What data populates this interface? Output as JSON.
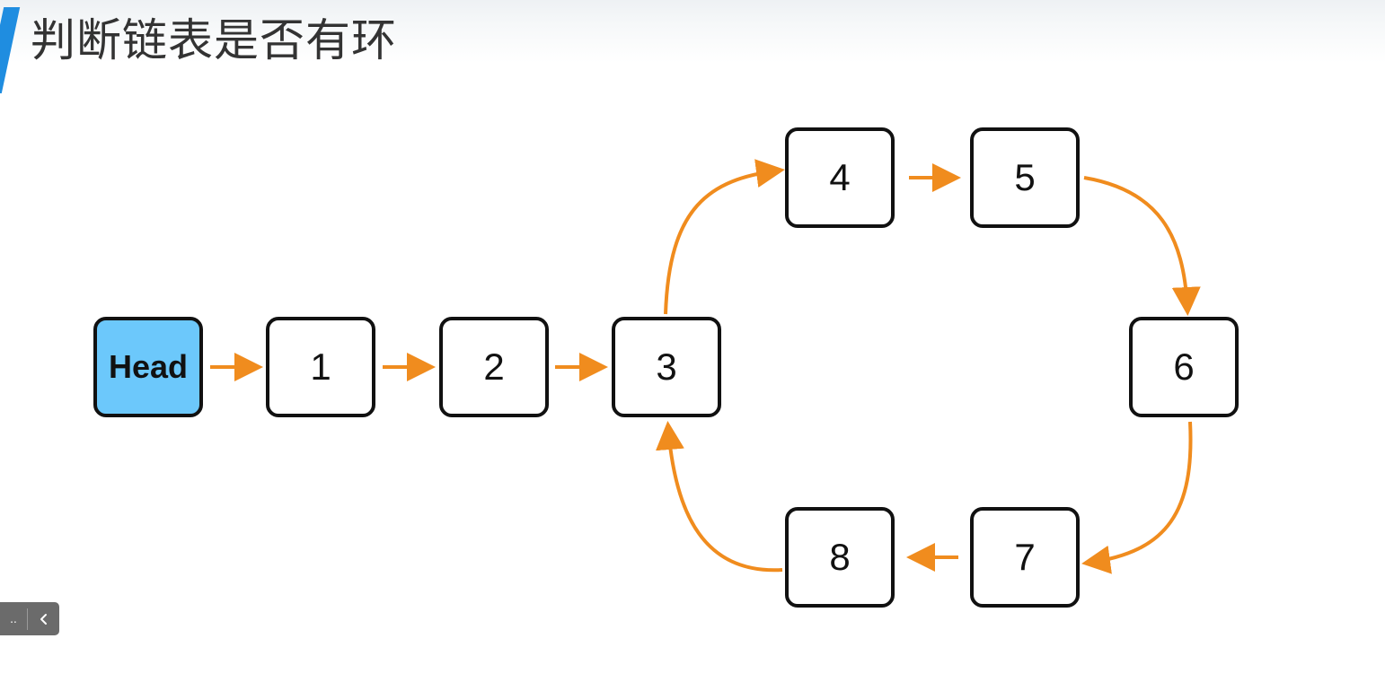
{
  "slide": {
    "title": "判断链表是否有环"
  },
  "diagram": {
    "nodes": [
      {
        "id": "head",
        "label": "Head",
        "highlight": true
      },
      {
        "id": "n1",
        "label": "1"
      },
      {
        "id": "n2",
        "label": "2"
      },
      {
        "id": "n3",
        "label": "3"
      },
      {
        "id": "n4",
        "label": "4"
      },
      {
        "id": "n5",
        "label": "5"
      },
      {
        "id": "n6",
        "label": "6"
      },
      {
        "id": "n7",
        "label": "7"
      },
      {
        "id": "n8",
        "label": "8"
      }
    ],
    "edges": [
      {
        "from": "head",
        "to": "n1"
      },
      {
        "from": "n1",
        "to": "n2"
      },
      {
        "from": "n2",
        "to": "n3"
      },
      {
        "from": "n3",
        "to": "n4"
      },
      {
        "from": "n4",
        "to": "n5"
      },
      {
        "from": "n5",
        "to": "n6"
      },
      {
        "from": "n6",
        "to": "n7"
      },
      {
        "from": "n7",
        "to": "n8"
      },
      {
        "from": "n8",
        "to": "n3"
      }
    ]
  },
  "colors": {
    "arrow": "#f08c1e",
    "head_fill": "#6cc8fb",
    "node_border": "#111111",
    "title_accent": "#1f8de0",
    "nav_bg": "#6b6b6b"
  },
  "nav": {
    "dots_label": "..",
    "prev_icon": "chevron-left-icon"
  }
}
